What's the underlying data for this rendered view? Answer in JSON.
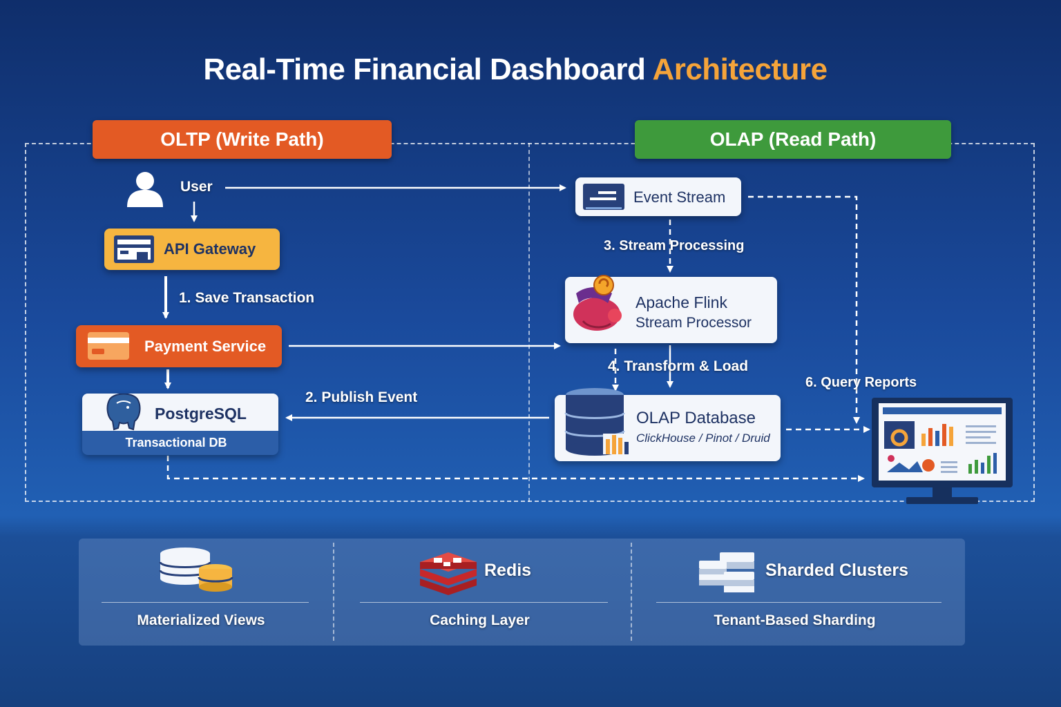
{
  "title": {
    "main": "Real-Time Financial Dashboard",
    "accent": "Architecture"
  },
  "sections": {
    "oltp": "OLTP (Write Path)",
    "olap": "OLAP (Read Path)"
  },
  "nodes": {
    "user": "User",
    "api_gateway": "API Gateway",
    "payment_service": "Payment Service",
    "postgres": {
      "name": "PostgreSQL",
      "sub": "Transactional DB"
    },
    "event_stream": "Event Stream",
    "flink": {
      "line1": "Apache Flink",
      "line2": "Stream Processor"
    },
    "olap_db": {
      "name": "OLAP Database",
      "sub": "ClickHouse / Pinot / Druid"
    }
  },
  "steps": {
    "save": "1. Save Transaction",
    "publish": "2. Publish Event",
    "stream": "3. Stream Processing",
    "transform": "4. Transform & Load",
    "query": "6. Query Reports"
  },
  "bottom": [
    {
      "title": "",
      "caption": "Materialized Views"
    },
    {
      "title": "Redis",
      "caption": "Caching Layer"
    },
    {
      "title": "Sharded Clusters",
      "caption": "Tenant-Based Sharding"
    }
  ],
  "colors": {
    "oltp": "#e35a24",
    "olap": "#3e9a3c",
    "gateway": "#f6b540",
    "accent": "#f5a43a",
    "redis": "#c8282a"
  }
}
